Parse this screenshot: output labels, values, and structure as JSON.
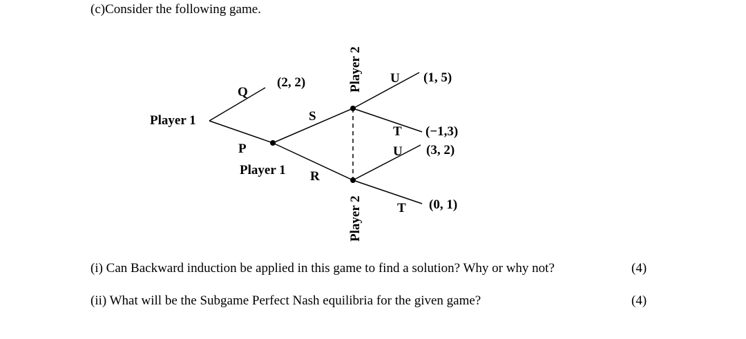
{
  "intro": "(c)Consider the following game.",
  "tree": {
    "root_player": "Player 1",
    "second_mover": "Player 1",
    "infoset_top_player": "Player 2",
    "infoset_bottom_player": "Player 2",
    "actions": {
      "Q": "Q",
      "P": "P",
      "S": "S",
      "R": "R",
      "U_top": "U",
      "T_top": "T",
      "U_bottom": "U",
      "T_bottom": "T"
    },
    "payoffs": {
      "Q": "(2, 2)",
      "SU": "(1, 5)",
      "ST": "(−1,3)",
      "RU": "(3, 2)",
      "RT": "(0, 1)"
    }
  },
  "questions": [
    {
      "text": "(i) Can Backward induction be applied in this game to find a solution? Why or why not?",
      "marks": "(4)"
    },
    {
      "text": "(ii) What will be the Subgame Perfect Nash equilibria for the given game?",
      "marks": "(4)"
    }
  ]
}
